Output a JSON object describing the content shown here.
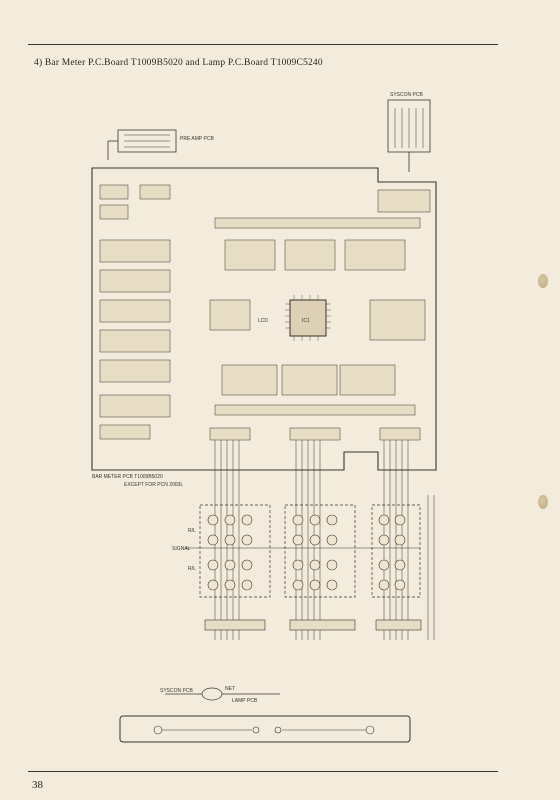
{
  "caption": "4) Bar Meter P.C.Board T1009B5020 and Lamp P.C.Board T1009C5240",
  "page_number": "38",
  "labels": {
    "top_right_pcb": "SYSCON PCB",
    "top_left_pcb": "PRE AMP PCB",
    "bar_meter_pcb": "BAR METER PCB T1009B5020",
    "except_for": "EXCEPT FOR PCN 2003L",
    "lcd": "LCD",
    "ic_main": "IC1",
    "syscon_bottom": "SYSCON PCB",
    "lamp_net": "NET",
    "lamp_pcb": "LAMP PCB",
    "row_label_1": "R/L",
    "row_label_2": "SIGNAL",
    "row_label_3": "R/L"
  }
}
